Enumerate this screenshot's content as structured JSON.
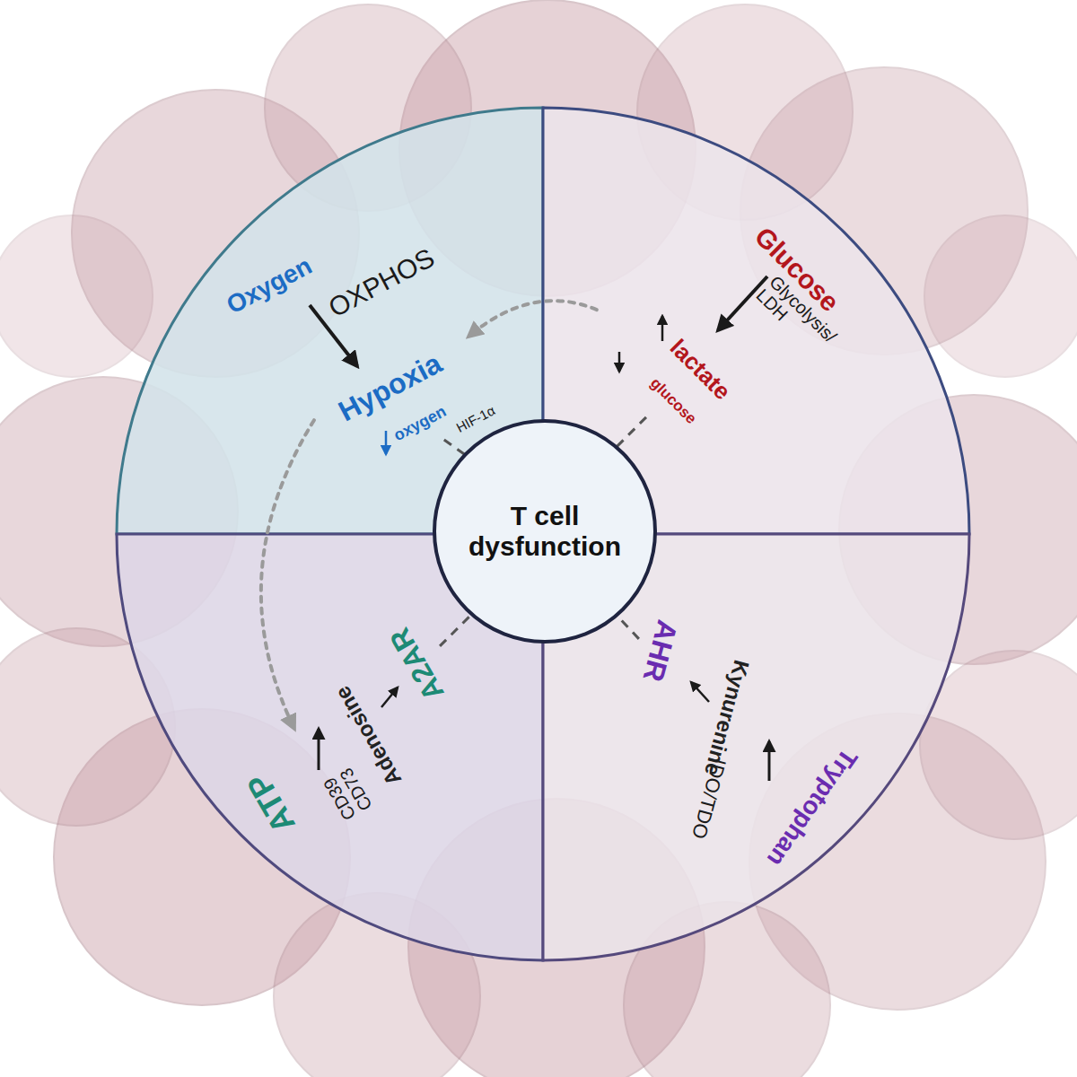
{
  "diagram": {
    "nodes": [
      {
        "text": [
          "Oxygen",
          "OXPHOS",
          "Hypoxia",
          "oxygen",
          "HIF-1α"
        ]
      },
      {
        "text": [
          "Glucose",
          "Glycolysis/ LDH",
          "lactate",
          "glucose"
        ]
      },
      {
        "text": [
          "ATP",
          "CD39 CD73",
          "Adenosine",
          "A2AR"
        ]
      },
      {
        "text": [
          "Tryptophan",
          "IDO/TDO",
          "Kynurenine",
          "AHR"
        ]
      },
      {
        "text": [
          "T cell dysfunction"
        ]
      }
    ],
    "edges": [
      {
        "from": 0,
        "to": 4,
        "arrow": "to"
      },
      {
        "from": 1,
        "to": 4,
        "arrow": "to"
      },
      {
        "from": 2,
        "to": 4,
        "arrow": "to"
      },
      {
        "from": 3,
        "to": 4,
        "arrow": "to"
      },
      {
        "from": 1,
        "to": 0,
        "arrow": "to"
      },
      {
        "from": 0,
        "to": 2,
        "arrow": "to"
      }
    ]
  }
}
